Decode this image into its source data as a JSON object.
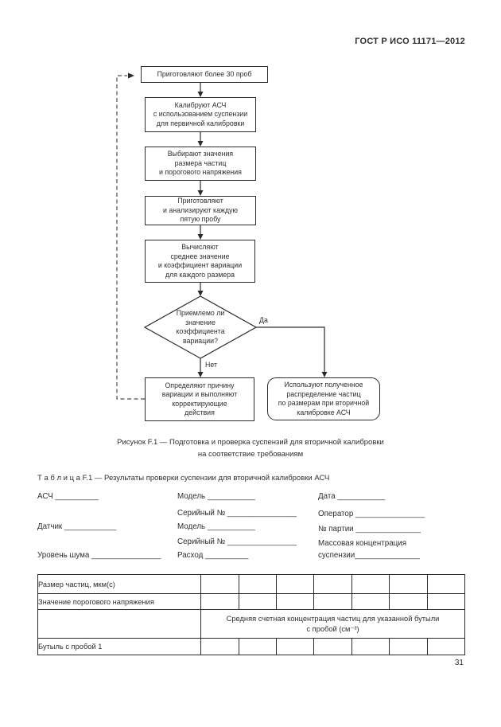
{
  "header": {
    "standard": "ГОСТ Р ИСО 11171—2012"
  },
  "flowchart": {
    "box_prepare": "Приготовляют более 30 проб",
    "box_calibrate": "Калибруют АСЧ\nс использованием суспензии\nдля первичной калибровки",
    "box_select": "Выбирают значения\nразмера частиц\nи порогового напряжения",
    "box_analyze": "Приготовляют\nи анализируют каждую\nпятую пробу",
    "box_compute": "Вычисляют\nсреднее значение\nи коэффициент вариации\nдля каждого размера",
    "decision": "Приемлемо ли\nзначение\nкоэффициента\nвариации?",
    "label_yes": "Да",
    "label_no": "Нет",
    "box_corrective": "Определяют причину\nвариации и выполняют\nкорректирующие\nдействия",
    "box_use_distribution": "Используют полученное\nраспределение частиц\nпо размерам при вторичной\nкалибровке АСЧ",
    "caption": "Рисунок F.1 — Подготовка и проверка суспензий для вторичной калибровки\nна соответствие требованиям"
  },
  "table_f1": {
    "title": "Т а б л и ц а  F.1 — Результаты проверки суспензии для вторичной калибровки АСЧ",
    "form": {
      "asch": "АСЧ __________",
      "model1": "Модель ___________",
      "date": "Дата ___________",
      "serial1": "Серийный № ________________",
      "operator": "Оператор ________________",
      "sensor": "Датчик  ____________",
      "model2": "Модель ___________",
      "batch": "№ партии _______________",
      "serial2": "Серийный № ________________",
      "mass_concentration": "Массовая концентрация\nсуспензии_______________",
      "noise": "Уровень шума ________________",
      "flow": "Расход __________"
    },
    "grid": {
      "row_particle_size": "Размер частиц, мкм(с)",
      "row_threshold": "Значение порогового напряжения",
      "merged_header": "Средняя счетная концентрация частиц для указанной бутыли\nс пробой (см⁻³)",
      "row_bottle": "Бутыль с пробой 1",
      "data_columns": 7
    }
  },
  "footer": {
    "page_number": "31"
  }
}
